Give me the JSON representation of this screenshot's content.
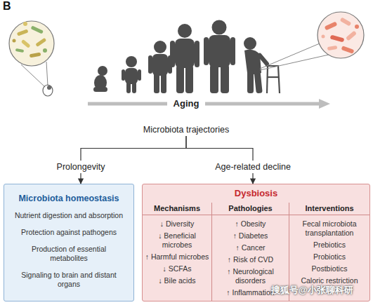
{
  "diagram": {
    "nodes": [
      {
        "text": [
          "Microbiota trajectories"
        ]
      },
      {
        "text": [
          "Prolongevity"
        ]
      },
      {
        "text": [
          "Age-related decline"
        ]
      },
      {
        "text": [
          "Microbiota homeostasis",
          "Nutrient digestion and absorption",
          "Protection against pathogens",
          "Production of essential metabolites",
          "Signaling to brain and distant organs"
        ]
      },
      {
        "text": [
          "Dysbiosis"
        ]
      },
      {
        "text": [
          "Mechanisms",
          "↓ Diversity",
          "↓ Beneficial microbes",
          "↑ Harmful microbes",
          "↓ SCFAs",
          "↓ Bile acids"
        ],
        "in": 4
      },
      {
        "text": [
          "Pathologies",
          "↑ Obesity",
          "↑ Diabetes",
          "↑ Cancer",
          "↑ Risk of CVD",
          "↑ Neurological disorders",
          "↑ Inflammation"
        ],
        "in": 4
      },
      {
        "text": [
          "Interventions",
          "Fecal microbiota transplantation",
          "Prebiotics",
          "Probiotics",
          "Postbiotics",
          "Caloric restriction"
        ],
        "in": 4
      }
    ],
    "edges": [
      {
        "from": 0,
        "to": 1,
        "arrow": "none"
      },
      {
        "from": 0,
        "to": 2,
        "arrow": "none"
      },
      {
        "from": 1,
        "to": 3,
        "arrow": "to"
      },
      {
        "from": 2,
        "to": 4,
        "arrow": "to"
      }
    ],
    "labels": [
      "B",
      "Aging",
      "搜狐号@小张聊科研"
    ]
  }
}
